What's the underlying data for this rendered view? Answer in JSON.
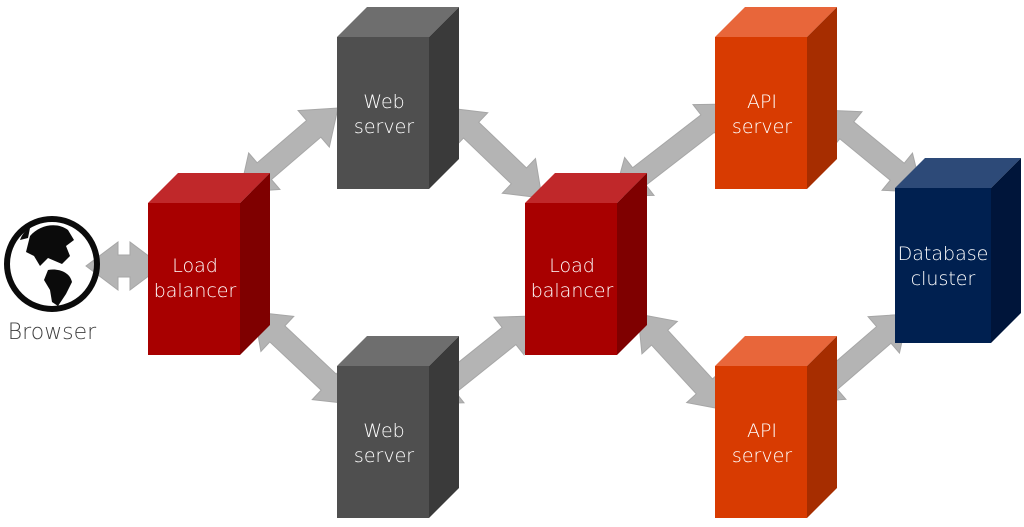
{
  "nodes": {
    "browser": {
      "label": "Browser",
      "icon": "globe-icon"
    },
    "lb1": {
      "line1": "Load",
      "line2": "balancer"
    },
    "web1": {
      "line1": "Web",
      "line2": "server"
    },
    "web2": {
      "line1": "Web",
      "line2": "server"
    },
    "lb2": {
      "line1": "Load",
      "line2": "balancer"
    },
    "api1": {
      "line1": "API",
      "line2": "server"
    },
    "api2": {
      "line1": "API",
      "line2": "server"
    },
    "db": {
      "line1": "Database",
      "line2": "cluster"
    }
  },
  "colors": {
    "load_balancer": {
      "front": "#a80000",
      "side": "#7f0000",
      "top": "#c0282a"
    },
    "web_server": {
      "front": "#4f4f4f",
      "side": "#3a3a3a",
      "top": "#6e6e6e"
    },
    "api_server": {
      "front": "#d83b01",
      "side": "#a62d00",
      "top": "#e8663a"
    },
    "database": {
      "front": "#002050",
      "side": "#00153a",
      "top": "#2d4a78"
    },
    "arrow": "#b4b4b4",
    "globe": "#0b0b0b"
  }
}
